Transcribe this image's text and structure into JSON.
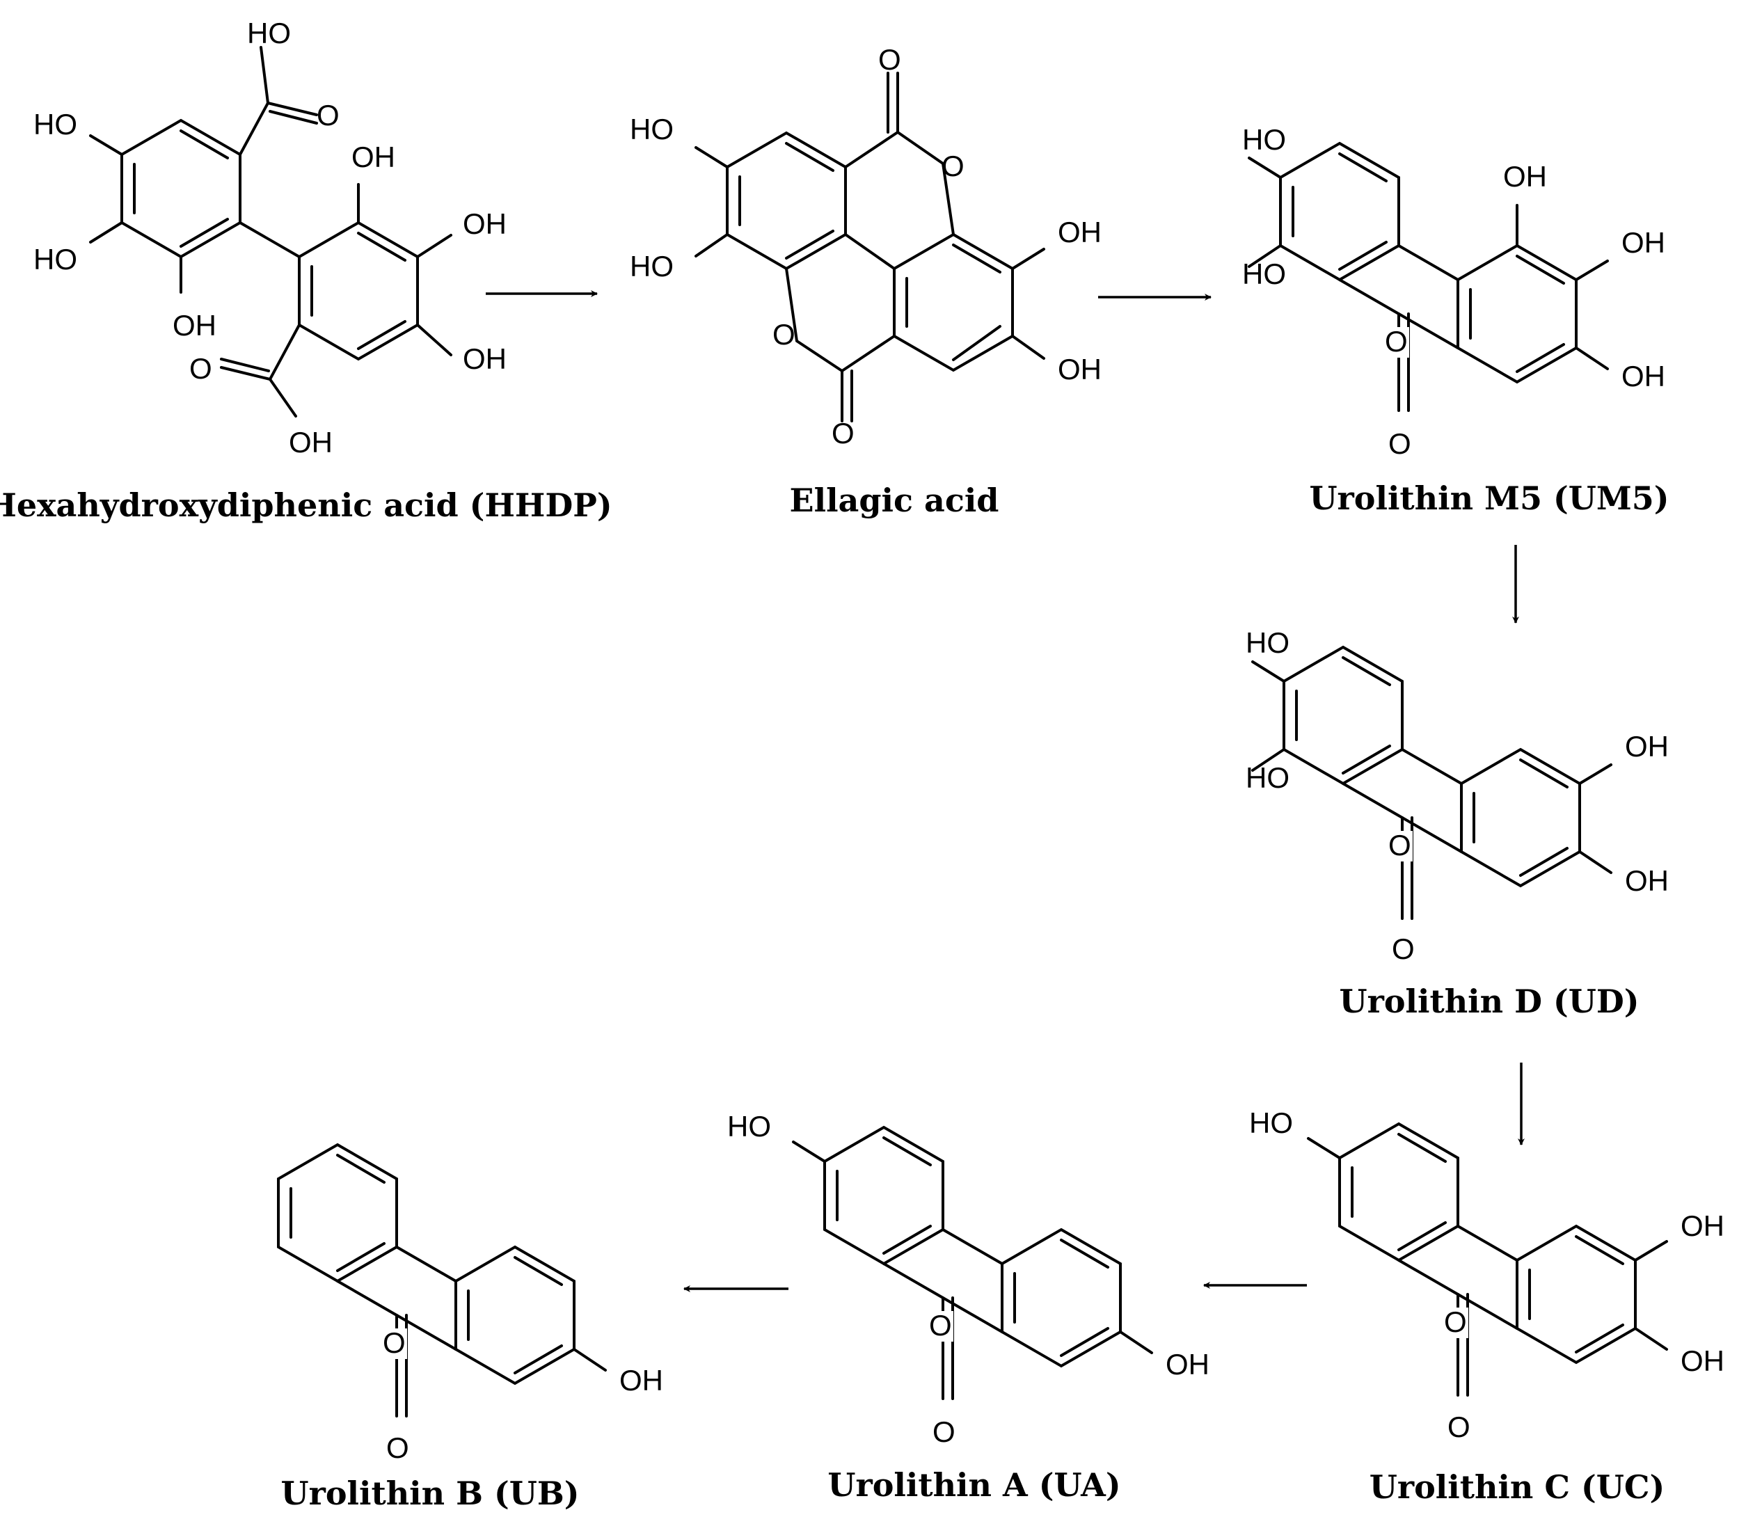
{
  "atoms": {
    "hydroxyl_right": "OH",
    "hydroxyl_left": "HO",
    "oxygen": "O"
  },
  "compounds": [
    {
      "name": "Hexahydroxydiphenic acid (HHDP)"
    },
    {
      "name": "Ellagic acid"
    },
    {
      "name": "Urolithin M5 (UM5)"
    },
    {
      "name": "Urolithin D (UD)"
    },
    {
      "name": "Urolithin C (UC)"
    },
    {
      "name": "Urolithin A (UA)"
    },
    {
      "name": "Urolithin B (UB)"
    }
  ],
  "pathway": [
    {
      "from": "Hexahydroxydiphenic acid (HHDP)",
      "to": "Ellagic acid"
    },
    {
      "from": "Ellagic acid",
      "to": "Urolithin M5 (UM5)"
    },
    {
      "from": "Urolithin M5 (UM5)",
      "to": "Urolithin D (UD)"
    },
    {
      "from": "Urolithin D (UD)",
      "to": "Urolithin C (UC)"
    },
    {
      "from": "Urolithin C (UC)",
      "to": "Urolithin A (UA)"
    },
    {
      "from": "Urolithin A (UA)",
      "to": "Urolithin B (UB)"
    }
  ]
}
